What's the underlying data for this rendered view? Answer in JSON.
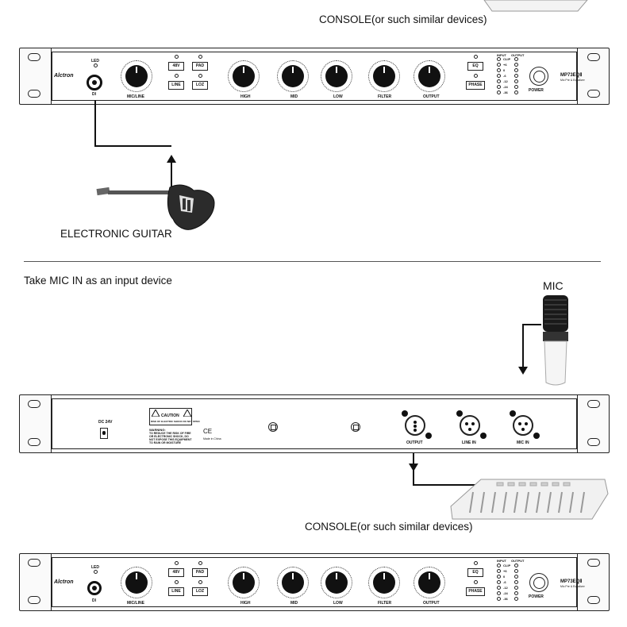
{
  "top": {
    "console_caption": "CONSOLE(or such similar devices)",
    "guitar_caption": "ELECTRONIC GUITAR"
  },
  "middle": {
    "section_caption": "Take MIC IN as an input device",
    "mic_caption": "MIC",
    "console_caption": "CONSOLE(or such similar devices)"
  },
  "front_panel": {
    "brand": "Alctron",
    "model": "MP73EQⅡ",
    "subtitle": "Mic Pre & Equalizer",
    "led_label": "LED",
    "di_label": "DI",
    "knobs": [
      "MIC/LINE",
      "HIGH",
      "MID",
      "LOW",
      "FILTER",
      "OUTPUT"
    ],
    "buttons": [
      "48V",
      "PAD",
      "LINE",
      "LOZ",
      "EQ",
      "PHASE"
    ],
    "meter_header_in": "INPUT",
    "meter_header_out": "OUTPUT",
    "meter_levels": [
      "CLIP",
      "+6",
      "0",
      "-6",
      "-12",
      "-24",
      "-36"
    ],
    "power_label": "POWER"
  },
  "rear_panel": {
    "dc_label": "DC 24V",
    "caution_title": "CAUTION",
    "caution_sub": "RISK OF ELECTRIC SHOCK DO NOT OPEN",
    "warning_title": "WARNING:",
    "warning_text": "TO REDUCE THE RISK OF FIRE OR ELECTRONIC SHOCK, DO NOT EXPOSE THIS EQUIPMENT TO RAIN OR MOISTURE",
    "ce_mark": "CE",
    "made_in": "Made in China",
    "connectors": [
      "OUTPUT",
      "LINE IN",
      "MIC IN"
    ]
  }
}
